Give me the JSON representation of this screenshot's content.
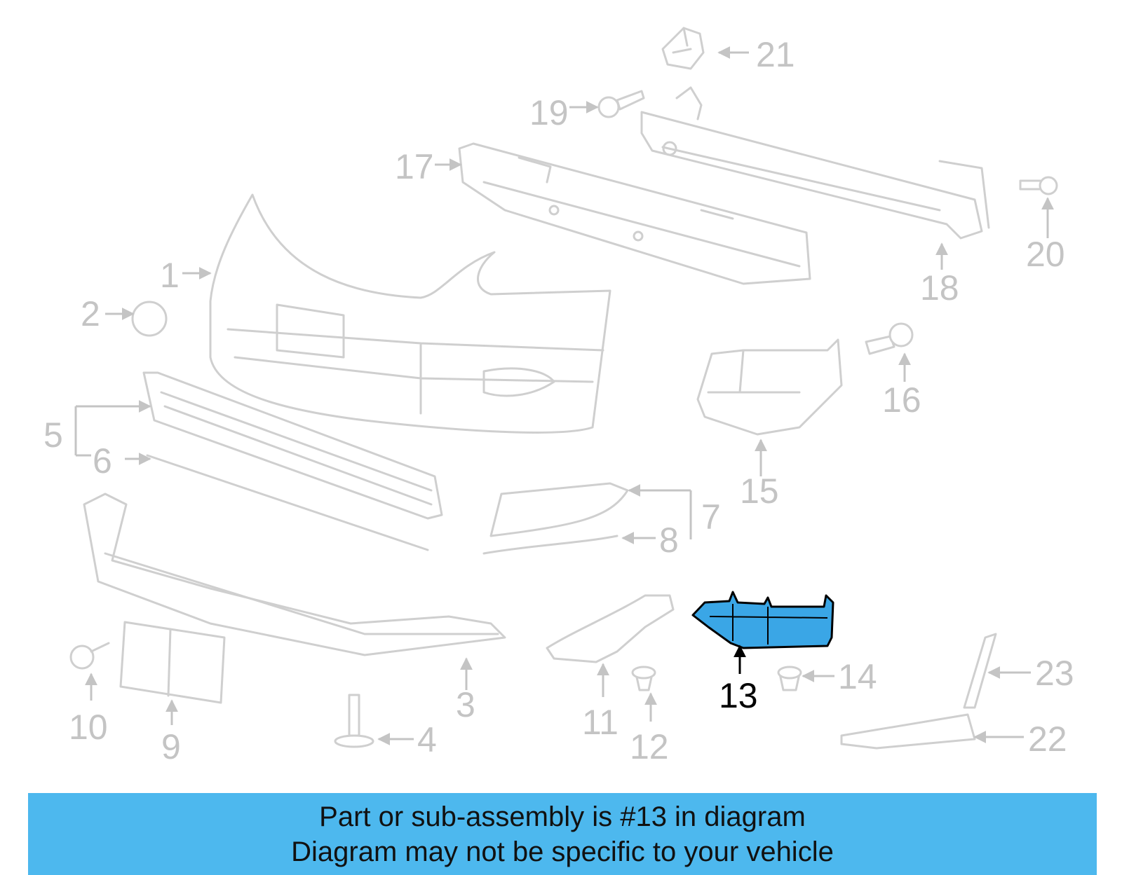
{
  "callouts": {
    "c1": "1",
    "c2": "2",
    "c3": "3",
    "c4": "4",
    "c5": "5",
    "c6": "6",
    "c7": "7",
    "c8": "8",
    "c9": "9",
    "c10": "10",
    "c11": "11",
    "c12": "12",
    "c13": "13",
    "c14": "14",
    "c15": "15",
    "c16": "16",
    "c17": "17",
    "c18": "18",
    "c19": "19",
    "c20": "20",
    "c21": "21",
    "c22": "22",
    "c23": "23"
  },
  "highlight": {
    "part_number": "13",
    "fill_color": "#3aa6e6"
  },
  "banner": {
    "line1": "Part or sub-assembly is #13 in diagram",
    "line2": "Diagram may not be specific to your vehicle",
    "background": "#4db8ee"
  }
}
